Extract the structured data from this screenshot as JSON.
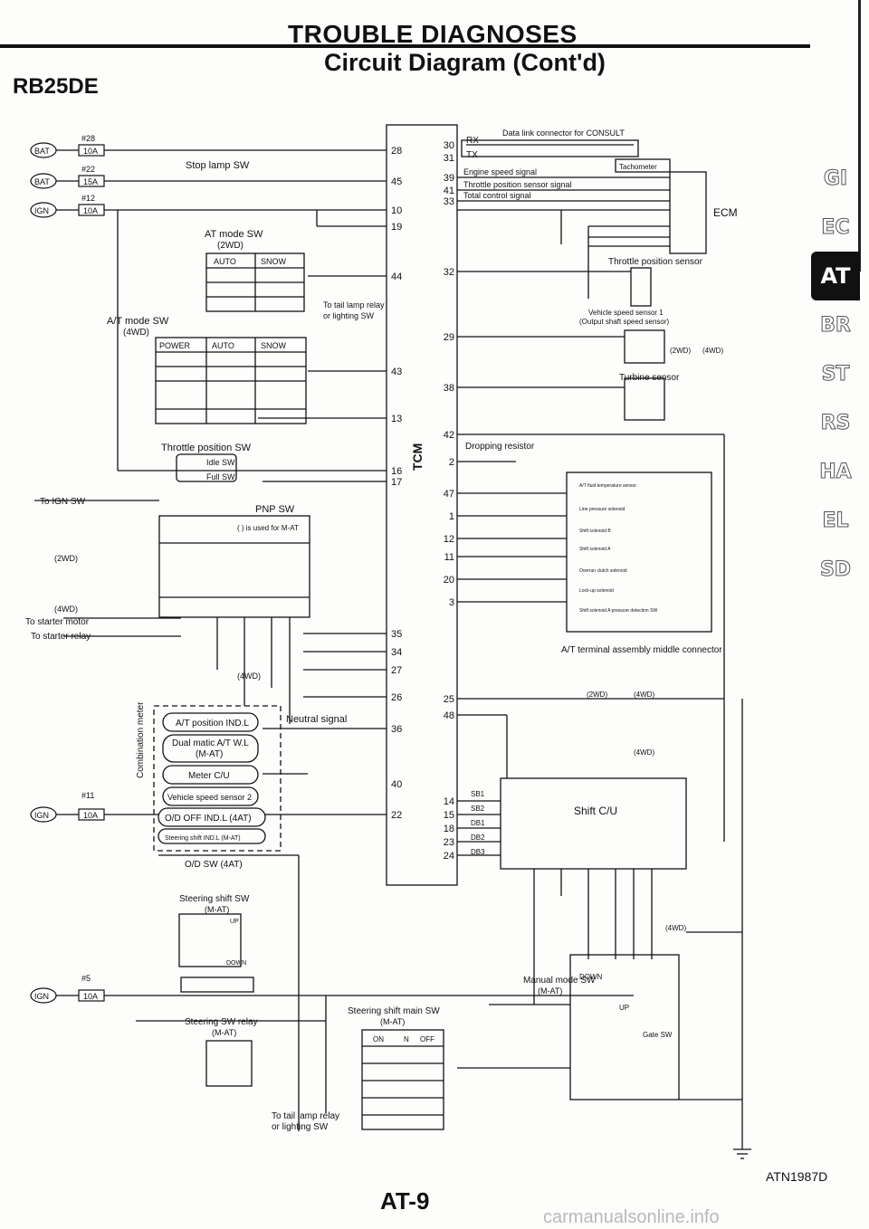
{
  "header": {
    "title": "TROUBLE DIAGNOSES",
    "subtitle": "Circuit Diagram (Cont'd)",
    "model": "RB25DE"
  },
  "side_tabs": [
    "GI",
    "EC",
    "AT",
    "BR",
    "ST",
    "RS",
    "HA",
    "EL",
    "SD"
  ],
  "active_tab": "AT",
  "footer": {
    "page_number": "AT-9",
    "figure_code": "ATN1987D",
    "watermark": "carmanualsonline.info"
  },
  "diagram": {
    "power": {
      "bat1": "BAT",
      "fuse28": "#28",
      "fuse28_amp": "10A",
      "bat2": "BAT",
      "fuse22": "#22",
      "fuse22_amp": "15A",
      "ign1": "IGN",
      "fuse12": "#12",
      "fuse12_amp": "10A",
      "ign2": "IGN",
      "fuse11": "#11",
      "fuse11_amp": "10A",
      "ign3": "IGN",
      "fuse5": "#5",
      "fuse5_amp": "10A"
    },
    "tcm_label": "TCM",
    "tcm_pins_left": [
      "28",
      "45",
      "10",
      "19",
      "44",
      "43",
      "13",
      "16",
      "17",
      "35",
      "34",
      "27",
      "26",
      "36",
      "40",
      "22"
    ],
    "tcm_pins_right": [
      "30",
      "31",
      "39",
      "41",
      "33",
      "32",
      "29",
      "38",
      "42",
      "2",
      "47",
      "1",
      "12",
      "11",
      "20",
      "3",
      "25",
      "48",
      "14",
      "15",
      "18",
      "23",
      "24"
    ],
    "labels": {
      "stop_lamp_sw": "Stop lamp SW",
      "at_mode_sw_2wd": "AT mode SW",
      "at_mode_sw_2wd_sub": "(2WD)",
      "auto": "AUTO",
      "snow": "SNOW",
      "power": "POWER",
      "at_mode_sw_4wd": "A/T mode SW",
      "at_mode_sw_4wd_sub": "(4WD)",
      "to_tail_lamp": "To tail lamp relay",
      "or_lighting": "or lighting SW",
      "throttle_pos_sw": "Throttle position SW",
      "idle_sw": "Idle SW",
      "full_sw": "Full SW",
      "to_ign_sw": "To IGN SW",
      "pnp_sw": "PNP SW",
      "pnp_note": "( ) is used for M-AT",
      "to_starter_motor": "To starter motor",
      "to_starter_relay": "To starter relay",
      "twowd": "(2WD)",
      "fourwd": "(4WD)",
      "neutral_signal": "Neutral signal",
      "combination_meter": "Combination meter",
      "at_position_ind": "A/T position IND.L",
      "dual_matic": "Dual matic A/T W.L",
      "dual_matic_sub": "(M-AT)",
      "meter_cu": "Meter C/U",
      "vehicle_speed_2": "Vehicle speed sensor 2",
      "od_off_ind": "O/D OFF IND.L (4AT)",
      "steering_shift_ind": "Steering shift IND.L (M-AT)",
      "od_sw": "O/D SW (4AT)",
      "steering_shift_sw": "Steering shift SW",
      "steering_shift_sw_sub": "(M-AT)",
      "up": "UP",
      "down": "DOWN",
      "steering_sw_relay": "Steering SW relay",
      "steering_sw_relay_sub": "(M-AT)",
      "steering_shift_main_sw": "Steering shift main SW",
      "steering_shift_main_sub": "(M-AT)",
      "on": "ON",
      "n": "N",
      "off": "OFF",
      "rx": "RX",
      "tx": "TX",
      "data_link": "Data link connector for CONSULT",
      "tachometer": "Tachometer",
      "engine_speed": "Engine speed signal",
      "throttle_sensor_signal": "Throttle position sensor signal",
      "total_control": "Total control signal",
      "ecm": "ECM",
      "throttle_sensor": "Throttle position sensor",
      "vss1": "Vehicle speed sensor 1",
      "vss1_sub": "(Output shaft speed sensor)",
      "turbine_sensor": "Turbine sensor",
      "dropping_resistor": "Dropping resistor",
      "at_fluid_temp": "A/T fluid temperature sensor",
      "line_pressure": "Line pressure solenoid",
      "shift_sol_b": "Shift solenoid B",
      "shift_sol_a": "Shift solenoid A",
      "overrun_clutch": "Overrun clutch solenoid",
      "lockup_sol": "Lock-up solenoid",
      "shift_sol_pressure_sw": "Shift solenoid A pressure detection SW",
      "terminal_assembly": "A/T terminal assembly middle connector",
      "shift_cu": "Shift C/U",
      "sb1": "SB1",
      "sb2": "SB2",
      "db1": "DB1",
      "db2": "DB2",
      "db3": "DB3",
      "manual_mode_sw": "Manual mode SW",
      "manual_mode_sub": "(M-AT)",
      "gate_sw": "Gate SW"
    }
  }
}
